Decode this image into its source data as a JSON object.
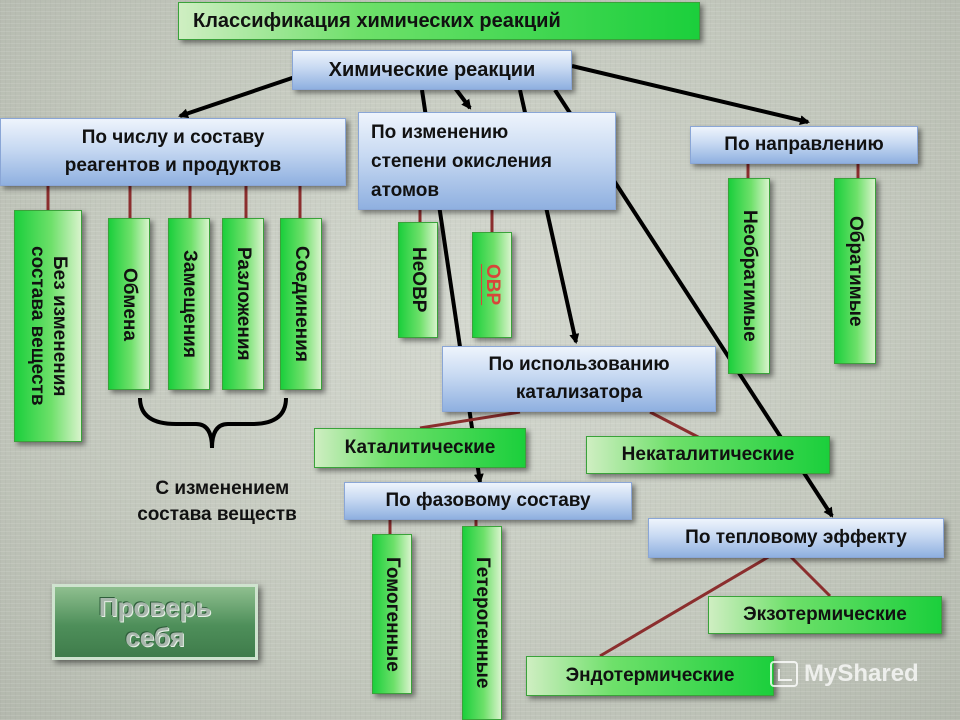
{
  "title": "Классификация химических реакций",
  "root": "Химические реакции",
  "categories": {
    "composition": "По числу и составу\nреагентов и продуктов",
    "oxidation": "По изменению\nстепени окисления\nатомов",
    "direction": "По направлению",
    "catalyst": "По использованию\nкатализатора",
    "phase": "По фазовому составу",
    "thermal": "По тепловому эффекту"
  },
  "types": {
    "no_change": "Без изменения\nсостава веществ",
    "exchange": "Обмена",
    "substitution": "Замещения",
    "decomposition": "Разложения",
    "combination": "Соединения",
    "non_redox": "НеОВР",
    "redox": "ОВР",
    "irreversible": "Необратимые",
    "reversible": "Обратимые",
    "catalytic": "Каталитические",
    "non_catalytic": "Некаталитические",
    "homogeneous": "Гомогенные",
    "heterogeneous": "Гетерогенные",
    "exothermic": "Экзотермические",
    "endothermic": "Эндотермические"
  },
  "brace_label": "С изменением\nсостава веществ",
  "check_button": "Проверь\nсебя",
  "watermark": "MyShared",
  "colors": {
    "title_green": "#33d24a",
    "header_blue": "#c7d9f2",
    "connector_red": "#8b2e2e",
    "arrow_black": "#000000"
  }
}
